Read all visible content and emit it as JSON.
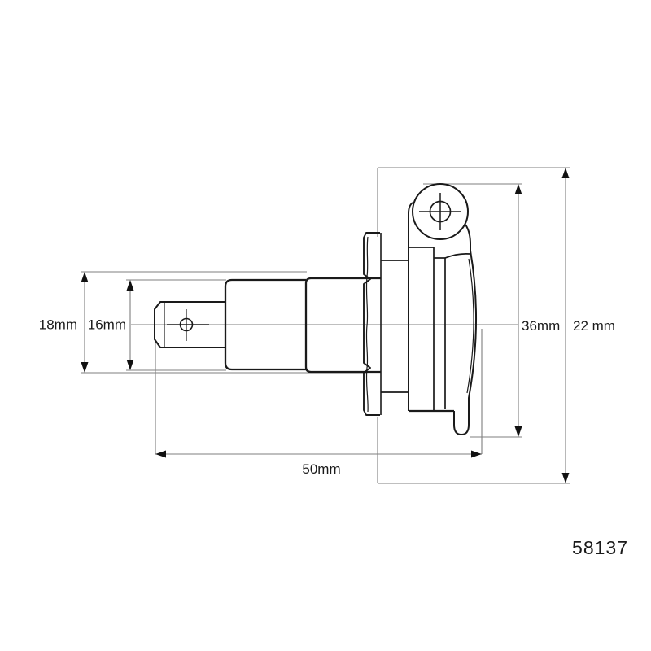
{
  "drawing": {
    "part_number": "58137",
    "labels": {
      "dim_pin_height": "18mm",
      "dim_body_diameter": "16mm",
      "dim_front_height": "36mm",
      "dim_mount_size": "22 mm",
      "dim_overall_length": "50mm"
    },
    "colors": {
      "outline": "#1a1a1a",
      "dimension_line": "#7f7f7f",
      "arrow": "#111111",
      "text": "#1a1a1a",
      "background": "#ffffff"
    }
  }
}
